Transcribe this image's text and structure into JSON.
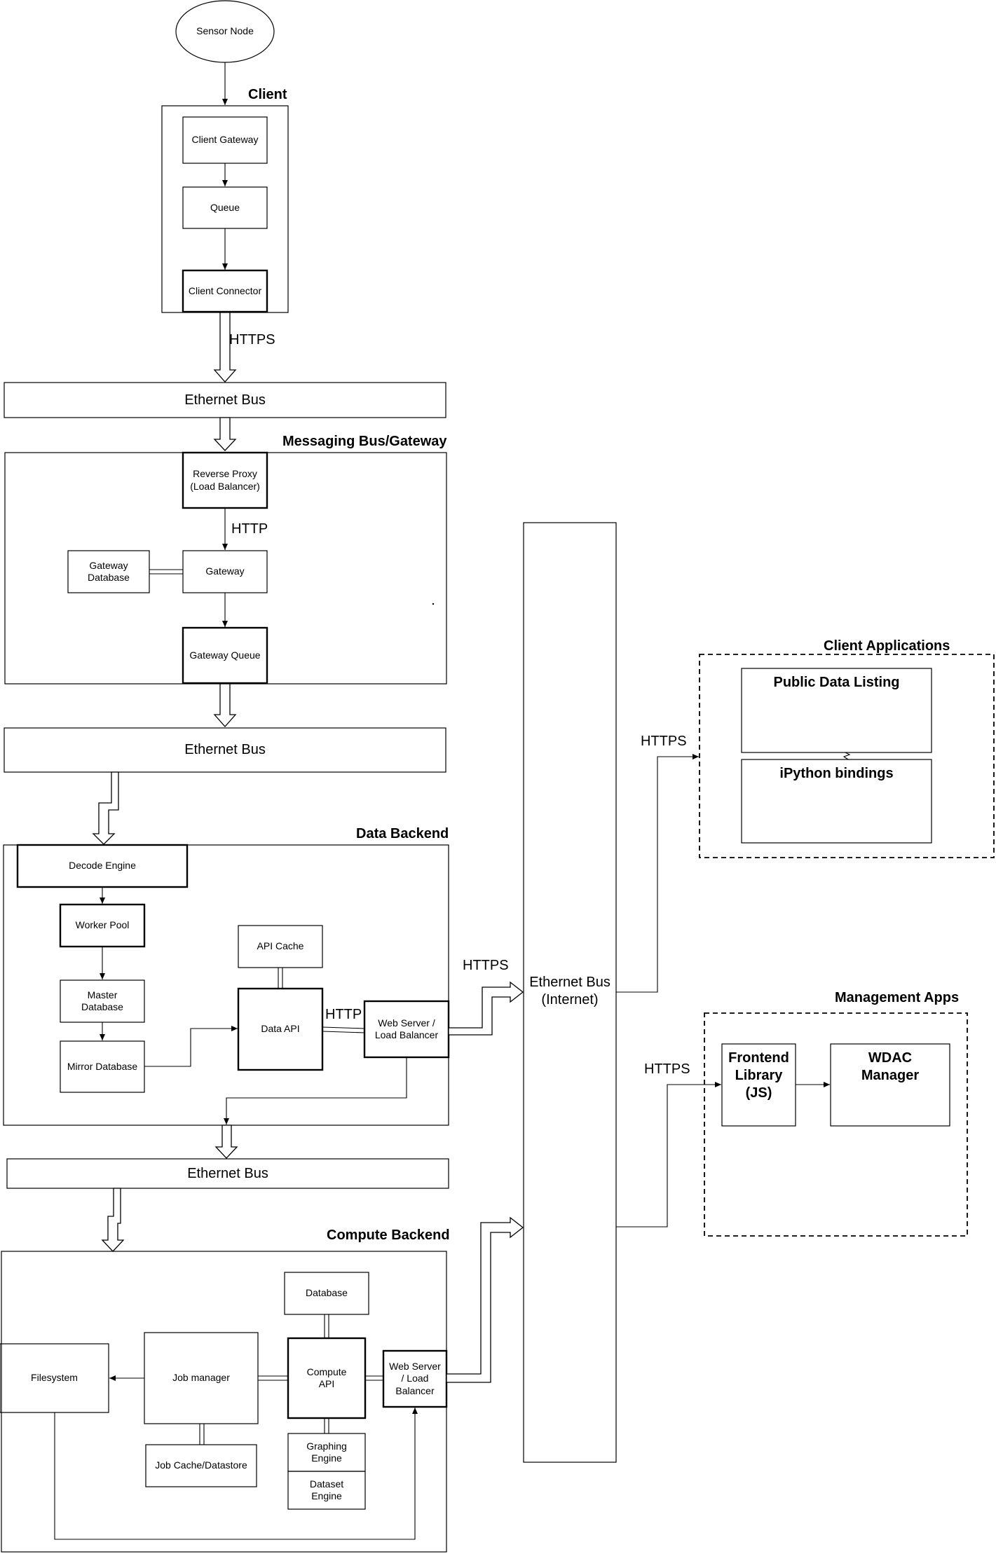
{
  "nodes": {
    "sensor_node": "Sensor Node",
    "client_gateway": "Client Gateway",
    "queue": "Queue",
    "client_connector": "Client Connector",
    "ethernet_bus_1": "Ethernet Bus",
    "reverse_proxy": "Reverse Proxy\n(Load Balancer)",
    "gateway_database": "Gateway\nDatabase",
    "gateway": "Gateway",
    "gateway_queue": "Gateway Queue",
    "ethernet_bus_2": "Ethernet Bus",
    "decode_engine": "Decode Engine",
    "worker_pool": "Worker Pool",
    "master_database": "Master\nDatabase",
    "mirror_database": "Mirror Database",
    "api_cache": "API Cache",
    "data_api": "Data API",
    "web_server_data": "Web Server /\nLoad Balancer",
    "ethernet_bus_3": "Ethernet Bus",
    "database": "Database",
    "filesystem": "Filesystem",
    "job_manager": "Job manager",
    "compute_api": "Compute\nAPI",
    "web_server_compute": "Web Server\n/ Load\nBalancer",
    "job_cache": "Job Cache/Datastore",
    "graphing_engine": "Graphing\nEngine",
    "dataset_engine": "Dataset\nEngine",
    "ethernet_bus_internet": "Ethernet Bus\n(Internet)",
    "public_data_listing": "Public Data Listing",
    "ipython_bindings": "iPython bindings",
    "frontend_library": "Frontend\nLibrary\n(JS)",
    "wdac_manager": "WDAC\nManager"
  },
  "groups": {
    "client": "Client",
    "messaging": "Messaging Bus/Gateway",
    "data_backend": "Data Backend",
    "compute_backend": "Compute Backend",
    "client_applications": "Client Applications",
    "management_apps": "Management Apps"
  },
  "edge_labels": {
    "https_client": "HTTPS",
    "http_gateway": "HTTP",
    "https_data": "HTTPS",
    "http_data_api": "HTTP",
    "https_client_apps": "HTTPS",
    "https_management": "HTTPS"
  }
}
